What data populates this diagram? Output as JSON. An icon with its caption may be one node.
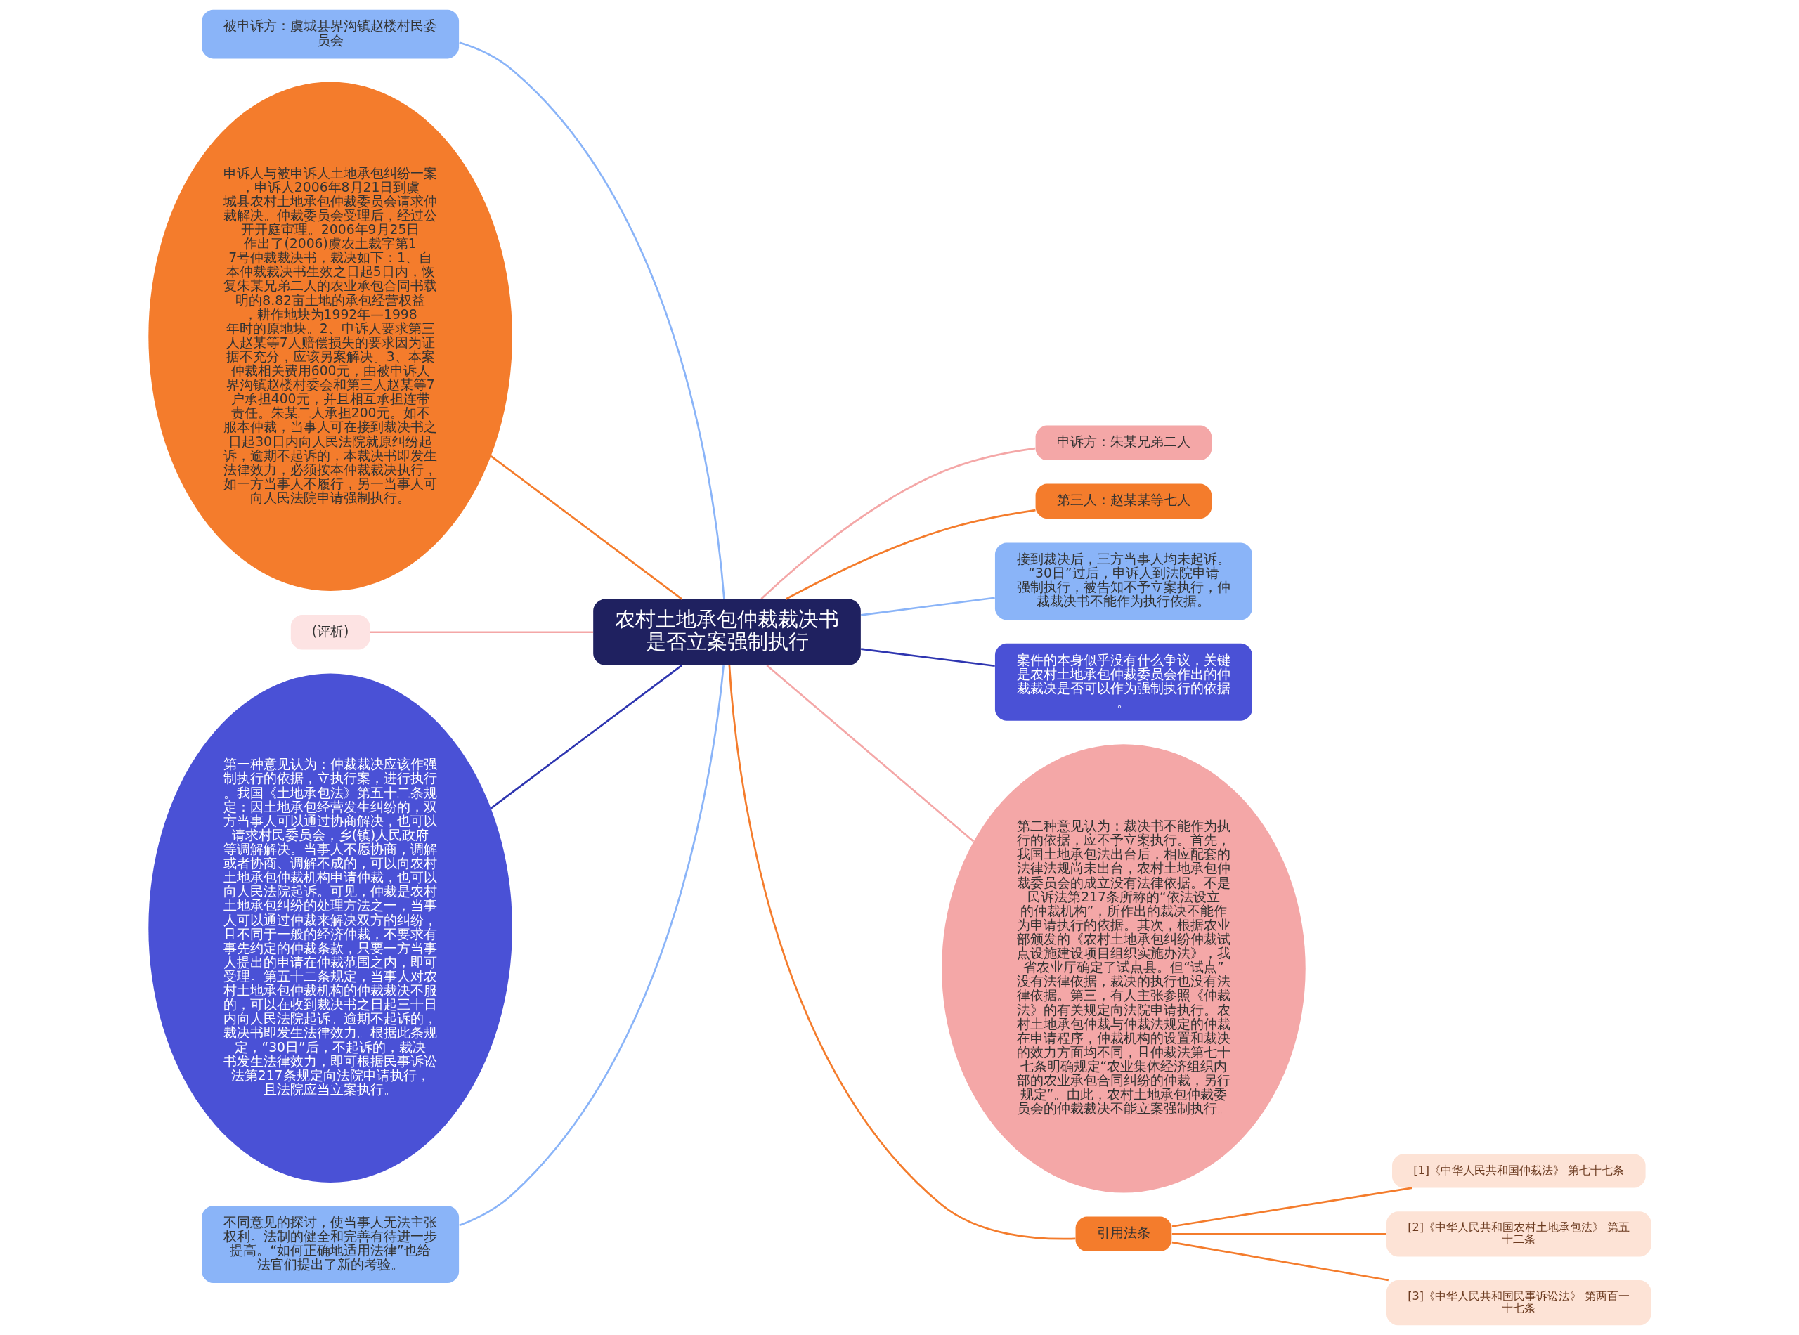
{
  "diagram": {
    "nodes": [
      {
        "text": [
          "农村土地承包仲裁裁决书是否立案强制执行"
        ]
      },
      {
        "text": [
          "被申诉方：虞城县界沟镇赵楼村民委员会"
        ]
      },
      {
        "text": [
          "申诉人与被申诉人土地承包纠纷一案，申诉人2006年8月21日到虞城县农村土地承包仲裁委员会请求仲裁解决。仲裁委员会受理后，经过公开开庭审理。2006年9月25日作出了(2006)虞农土裁字第17号仲裁裁决书，裁决如下：1、自本仲裁裁决书生效之日起5日内，恢复朱某兄弟二人的农业承包合同书载明的8.82亩土地的承包经营权益，耕作地块为1992年—1998年时的原地块。2、申诉人要求第三人赵某等7人赔偿损失的要求因为证据不充分，应该另案解决。3、本案仲裁相关费用600元，由被申诉人界沟镇赵楼村委会和第三人赵某等7户承担400元，并且相互承担连带责任。朱某二人承担200元。如不服本仲裁，当事人可在接到裁决书之日起30日内向人民法院就原纠纷起诉，逾期不起诉的，本裁决书即发生法律效力，必须按本仲裁裁决执行，如一方当事人不履行，另一当事人可向人民法院申请强制执行。"
        ]
      },
      {
        "text": [
          "(评析)"
        ]
      },
      {
        "text": [
          "第一种意见认为：仲裁裁决应该作强制执行的依据，立执行案，进行执行。我国《土地承包法》第五十二条规定：因土地承包经营发生纠纷的，双方当事人可以通过协商解决，也可以请求村民委员会，乡(镇)人民政府等调解解决。当事人不愿协商，调解或者协商、调解不成的，可以向农村土地承包仲裁机构申请仲裁，也可以向人民法院起诉。可见，仲裁是农村土地承包纠纷的处理方法之一，当事人可以通过仲裁来解决双方的纠纷，且不同于一般的经济仲裁，不要求有事先约定的仲裁条款，只要一方当事人提出的申请在仲裁范围之内，即可受理。第五十二条规定，当事人对农村土地承包仲裁机构的仲裁裁决不服的，可以在收到裁决书之日起三十日内向人民法院起诉。逾期不起诉的，裁决书即发生法律效力。根据此条规定，“30日”后，不起诉的，裁决书发生法律效力，即可根据民事诉讼法第217条规定向法院申请执行，且法院应当立案执行。"
        ]
      },
      {
        "text": [
          "不同意见的探讨，使当事人无法主张权利。法制的健全和完善有待进一步提高。“如何正确地适用法律”也给法官们提出了新的考验。"
        ]
      },
      {
        "text": [
          "申诉方：朱某兄弟二人"
        ]
      },
      {
        "text": [
          "第三人：赵某某等七人"
        ]
      },
      {
        "text": [
          "接到裁决后，三方当事人均未起诉。“30日”过后，申诉人到法院申请强制执行，被告知不予立案执行，仲裁裁决书不能作为执行依据。"
        ]
      },
      {
        "text": [
          "案件的本身似乎没有什么争议，关键是农村土地承包仲裁委员会作出的仲裁裁决是否可以作为强制执行的依据。"
        ]
      },
      {
        "text": [
          "第二种意见认为：裁决书不能作为执行的依据，应不予立案执行。首先，我国土地承包法出台后，相应配套的法律法规尚未出台，农村土地承包仲裁委员会的成立没有法律依据。不是民诉法第217条所称的“依法设立的仲裁机构”，所作出的裁决不能作为申请执行的依据。其次，根据农业部颁发的《农村土地承包纠纷仲裁试点设施建设项目组织实施办法》，我省农业厅确定了试点县。但“试点”没有法律依据，裁决的执行也没有法律依据。第三，有人主张参照《仲裁法》的有关规定向法院申请执行。农村土地承包仲裁与仲裁法规定的仲裁在申请程序，仲裁机构的设置和裁决的效力方面均不同，且仲裁法第七十七条明确规定“农业集体经济组织内部的农业承包合同纠纷的仲裁，另行规定”。由此，农村土地承包仲裁委员会的仲裁裁决不能立案强制执行。"
        ]
      },
      {
        "text": [
          "引用法条"
        ]
      },
      {
        "text": [
          "[1]《中华人民共和国仲裁法》 第七十七条"
        ]
      },
      {
        "text": [
          "[2]《中华人民共和国农村土地承包法》 第五十二条"
        ]
      },
      {
        "text": [
          "[3]《中华人民共和国民事诉讼法》 第两百一十七条"
        ]
      }
    ],
    "edges": [
      {
        "from": 0,
        "to": 1,
        "arrow": "none",
        "color": "#8ab4f8"
      },
      {
        "from": 0,
        "to": 2,
        "arrow": "none",
        "color": "#f47c2c"
      },
      {
        "from": 0,
        "to": 3,
        "arrow": "none",
        "color": "#f4a7a7"
      },
      {
        "from": 0,
        "to": 4,
        "arrow": "none",
        "color": "#2e35b0"
      },
      {
        "from": 0,
        "to": 5,
        "arrow": "none",
        "color": "#8ab4f8"
      },
      {
        "from": 0,
        "to": 6,
        "arrow": "none",
        "color": "#f4a7a7"
      },
      {
        "from": 0,
        "to": 7,
        "arrow": "none",
        "color": "#f47c2c"
      },
      {
        "from": 0,
        "to": 8,
        "arrow": "none",
        "color": "#8ab4f8"
      },
      {
        "from": 0,
        "to": 9,
        "arrow": "none",
        "color": "#2e35b0"
      },
      {
        "from": 0,
        "to": 10,
        "arrow": "none",
        "color": "#f4a7a7"
      },
      {
        "from": 0,
        "to": 11,
        "arrow": "none",
        "color": "#f47c2c"
      },
      {
        "from": 11,
        "to": 12,
        "arrow": "none",
        "color": "#f47c2c"
      },
      {
        "from": 11,
        "to": 13,
        "arrow": "none",
        "color": "#f47c2c"
      },
      {
        "from": 11,
        "to": 14,
        "arrow": "none",
        "color": "#f47c2c"
      }
    ]
  }
}
